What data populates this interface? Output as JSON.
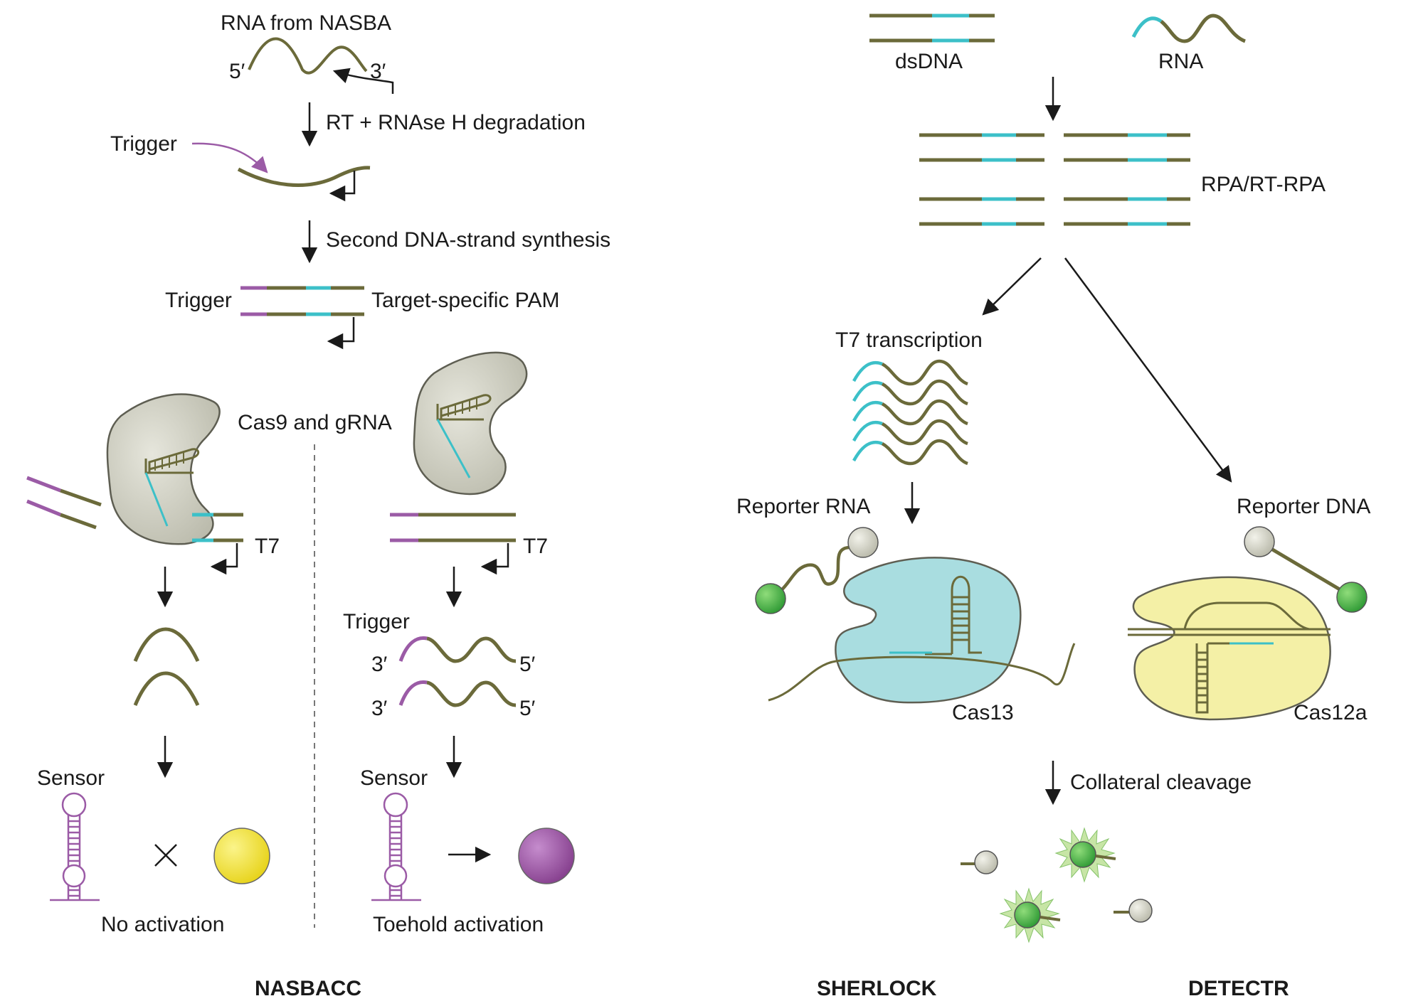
{
  "colors": {
    "strand": "#6b6a3a",
    "cyan": "#3cc0c8",
    "purple": "#9b5ba6",
    "protein_gray": "#cfcfc3",
    "cas13": "#a9dde0",
    "cas12a": "#f4f0a6",
    "yellow": "#f3e32c",
    "violet": "#9b4fa0",
    "green": "#3fae3f",
    "quencher": "#cfcfc3",
    "arrow": "#1a1a1a"
  },
  "nasbacc": {
    "rna_from_nasba": "RNA from NASBA",
    "five_prime": "5′",
    "three_prime": "3′",
    "step1": "RT + RNAse H degradation",
    "trigger1": "Trigger",
    "step2": "Second DNA-strand synthesis",
    "trigger2": "Trigger",
    "pam": "Target-specific PAM",
    "cas9": "Cas9 and gRNA",
    "t7_left": "T7",
    "t7_right": "T7",
    "trigger3": "Trigger",
    "three_a": "3′",
    "five_a": "5′",
    "three_b": "3′",
    "five_b": "5′",
    "sensor_left": "Sensor",
    "sensor_right": "Sensor",
    "no_activation": "No activation",
    "toehold": "Toehold activation",
    "title": "NASBACC"
  },
  "sherlock": {
    "dsdna": "dsDNA",
    "rna": "RNA",
    "rpa": "RPA/RT-RPA",
    "t7": "T7 transcription",
    "reporter_rna": "Reporter RNA",
    "cas13": "Cas13",
    "collateral": "Collateral cleavage",
    "title": "SHERLOCK"
  },
  "detectr": {
    "reporter_dna": "Reporter DNA",
    "cas12a": "Cas12a",
    "title": "DETECTR"
  }
}
